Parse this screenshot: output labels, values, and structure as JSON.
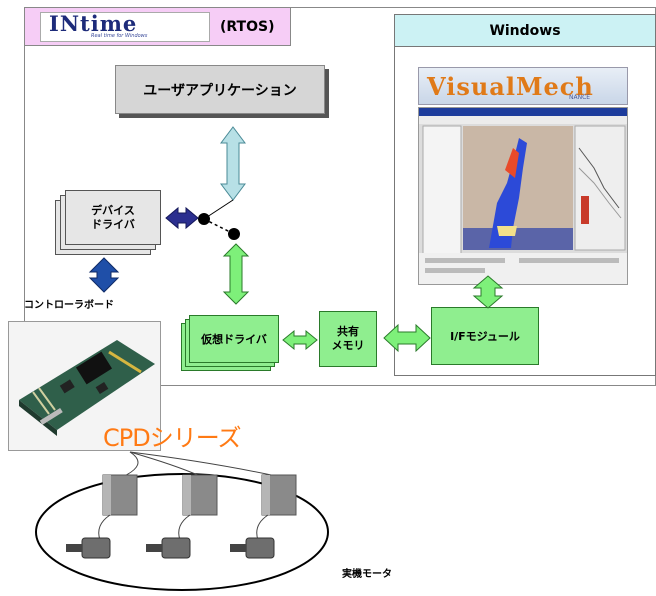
{
  "rtos_panel": {
    "logo_text": "INtime",
    "logo_tagline": "Real time for Windows",
    "label": "(RTOS)"
  },
  "windows_panel": {
    "label": "Windows",
    "app_logo_text": "VisualMech",
    "app_logo_sub": "NANCE"
  },
  "boxes": {
    "user_app": "ユーザアプリケーション",
    "device_driver_line1": "デバイス",
    "device_driver_line2": "ドライバ",
    "virtual_driver": "仮想ドライバ",
    "shared_memory_line1": "共有",
    "shared_memory_line2": "メモリ",
    "if_module": "I/Fモジュール"
  },
  "labels": {
    "controller_board": "コントローラボード",
    "cpd_series": "CPDシリーズ",
    "real_motor": "実機モータ"
  },
  "colors": {
    "rtos_header_bg": "#f6cdf6",
    "windows_header_bg": "#ccf2f4",
    "green_box": "#8fee8f",
    "gray_box": "#d6d6d6",
    "light_blue_arrow": "#b7e0e6",
    "navy_arrow": "#2b2f8f",
    "blue_arrow": "#1f4fa8",
    "green_arrow": "#7ef07a",
    "cpd_text": "#ff7a14"
  }
}
